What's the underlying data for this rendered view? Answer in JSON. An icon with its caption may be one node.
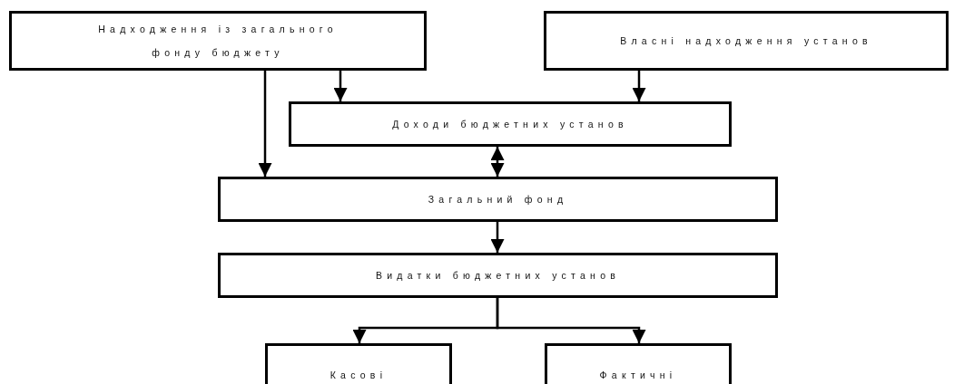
{
  "diagram": {
    "nodes": [
      {
        "text": [
          "Надходження із загального фонду бюджету"
        ]
      },
      {
        "text": [
          "Власні надходження установ"
        ]
      },
      {
        "text": [
          "Доходи бюджетних установ"
        ]
      },
      {
        "text": [
          "Загальний фонд"
        ]
      },
      {
        "text": [
          "Видатки бюджетних установ"
        ]
      },
      {
        "text": [
          "Касові"
        ]
      },
      {
        "text": [
          "Фактичні"
        ]
      }
    ],
    "edges": [
      {
        "from": 0,
        "to": 2,
        "arrow": "to"
      },
      {
        "from": 1,
        "to": 2,
        "arrow": "to"
      },
      {
        "from": 0,
        "to": 3,
        "arrow": "to"
      },
      {
        "from": 2,
        "to": 3,
        "arrow": "both"
      },
      {
        "from": 3,
        "to": 4,
        "arrow": "to"
      },
      {
        "from": 4,
        "to": 5,
        "arrow": "to"
      },
      {
        "from": 4,
        "to": 6,
        "arrow": "to"
      }
    ]
  }
}
